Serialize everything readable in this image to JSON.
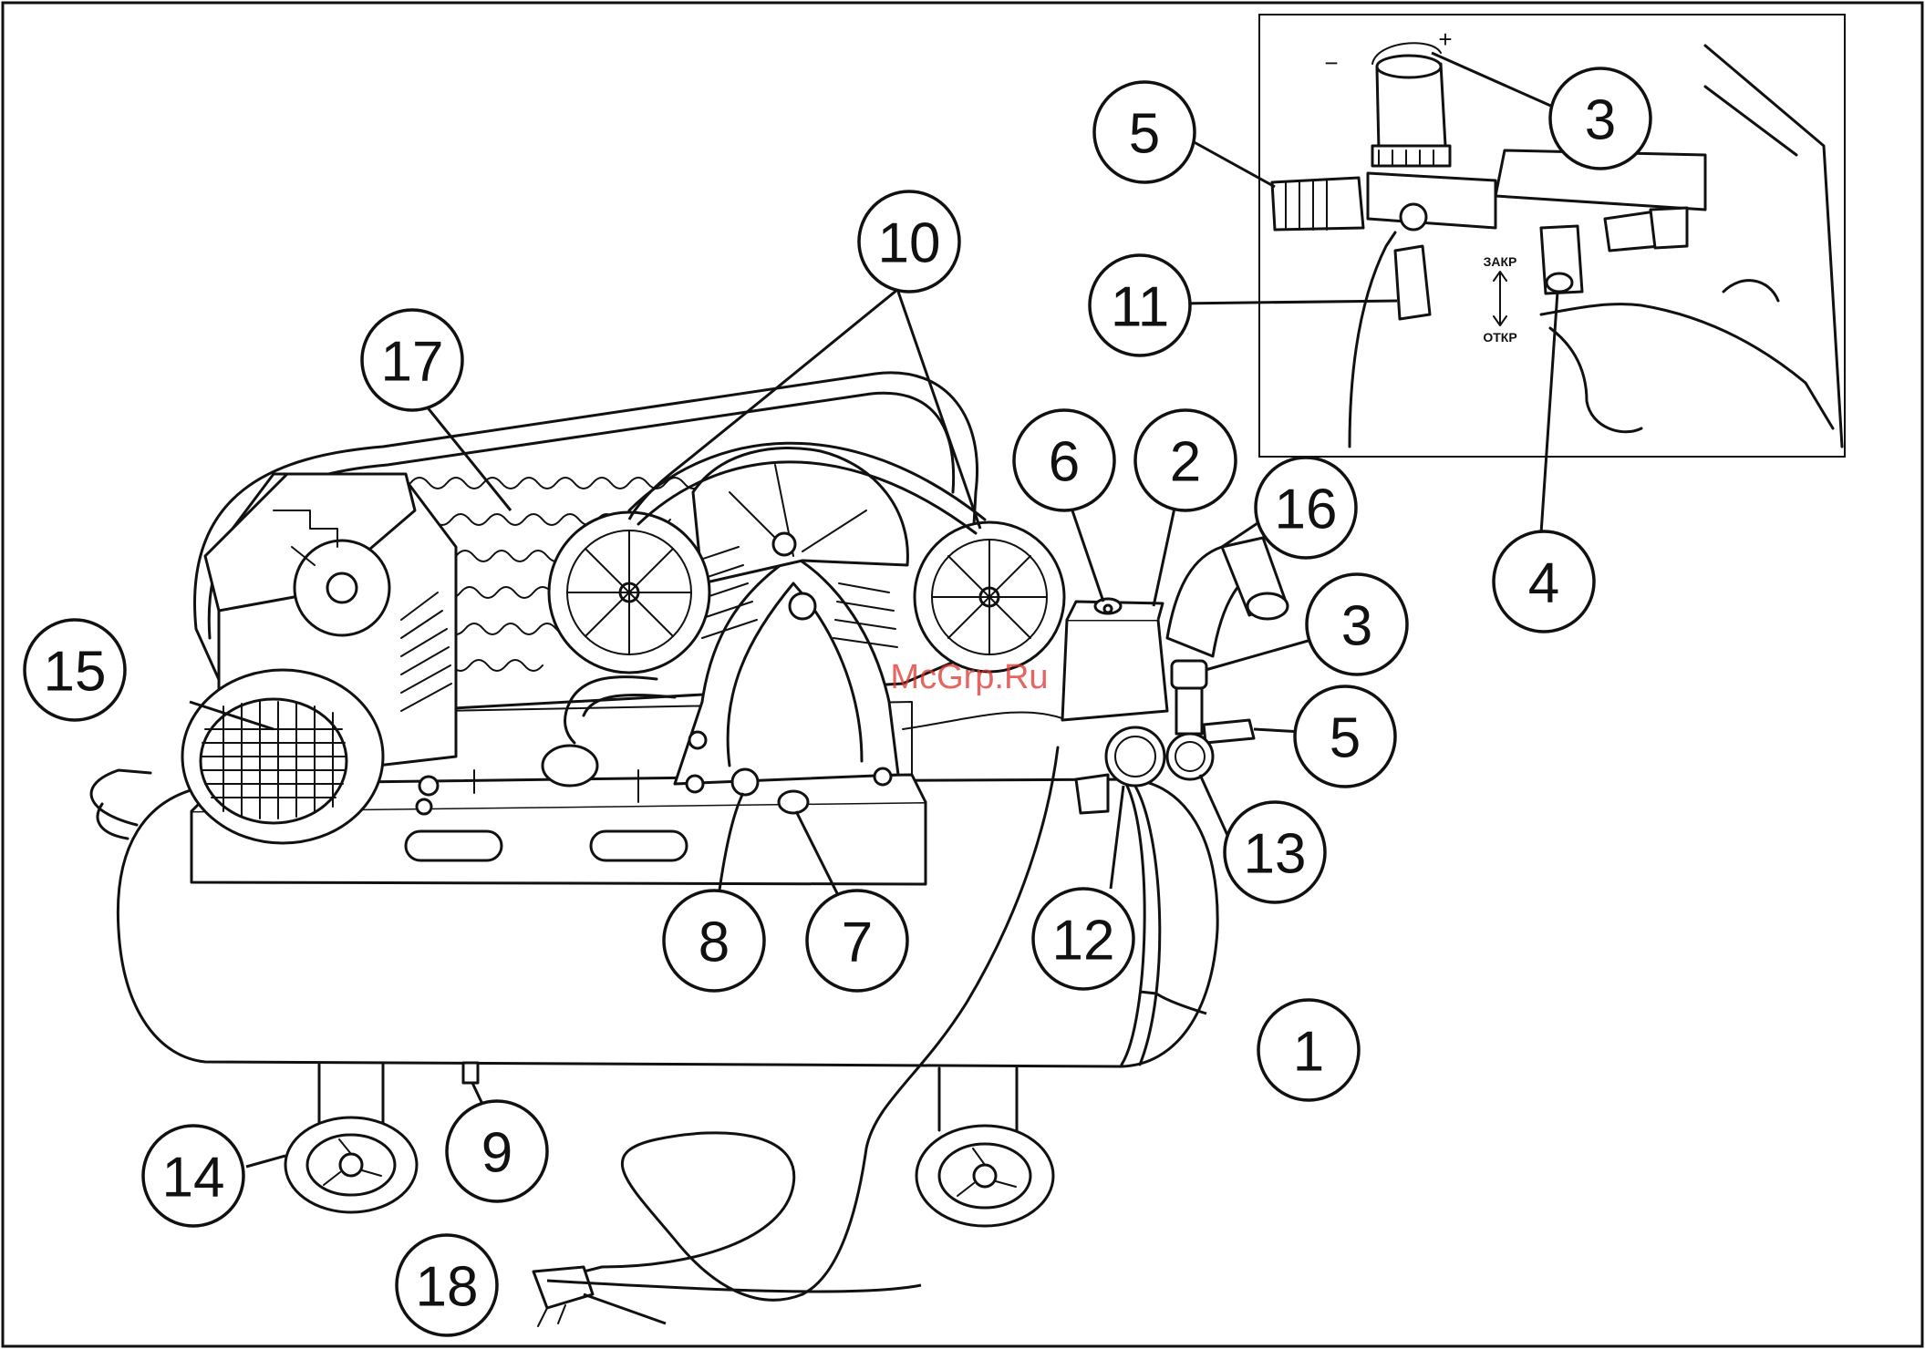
{
  "diagram": {
    "callouts": [
      {
        "id": "c1",
        "label": "1"
      },
      {
        "id": "c2",
        "label": "2"
      },
      {
        "id": "c3",
        "label": "3"
      },
      {
        "id": "c3i",
        "label": "3"
      },
      {
        "id": "c4",
        "label": "4"
      },
      {
        "id": "c5",
        "label": "5"
      },
      {
        "id": "c5i",
        "label": "5"
      },
      {
        "id": "c6",
        "label": "6"
      },
      {
        "id": "c7",
        "label": "7"
      },
      {
        "id": "c8",
        "label": "8"
      },
      {
        "id": "c9",
        "label": "9"
      },
      {
        "id": "c10",
        "label": "10"
      },
      {
        "id": "c11",
        "label": "11"
      },
      {
        "id": "c12",
        "label": "12"
      },
      {
        "id": "c13",
        "label": "13"
      },
      {
        "id": "c14",
        "label": "14"
      },
      {
        "id": "c15",
        "label": "15"
      },
      {
        "id": "c16",
        "label": "16"
      },
      {
        "id": "c17",
        "label": "17"
      },
      {
        "id": "c18",
        "label": "18"
      }
    ],
    "inset": {
      "valve_close_label": "ЗАКР",
      "valve_open_label": "ОТКР",
      "minus_sign": "−",
      "plus_sign": "+"
    },
    "watermark": "McGrp.Ru"
  }
}
